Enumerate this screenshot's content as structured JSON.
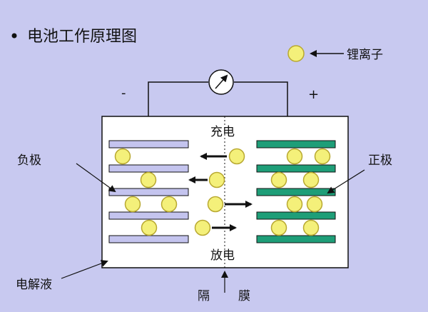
{
  "title": "电池工作原理图",
  "legend": {
    "ion_label": "锂离子"
  },
  "terminals": {
    "negative": "-",
    "positive": "+"
  },
  "labels": {
    "charge": "充电",
    "discharge": "放电",
    "anode": "负极",
    "cathode": "正极",
    "electrolyte": "电解液",
    "separator_left": "隔",
    "separator_right": "膜"
  },
  "colors": {
    "background": "#c8c9f0",
    "cell": "#ffffff",
    "anode_plate": "#c4c4ee",
    "cathode_plate": "#1e9e78",
    "ion": "#f4f07a",
    "ion_stroke": "#b8a830"
  }
}
